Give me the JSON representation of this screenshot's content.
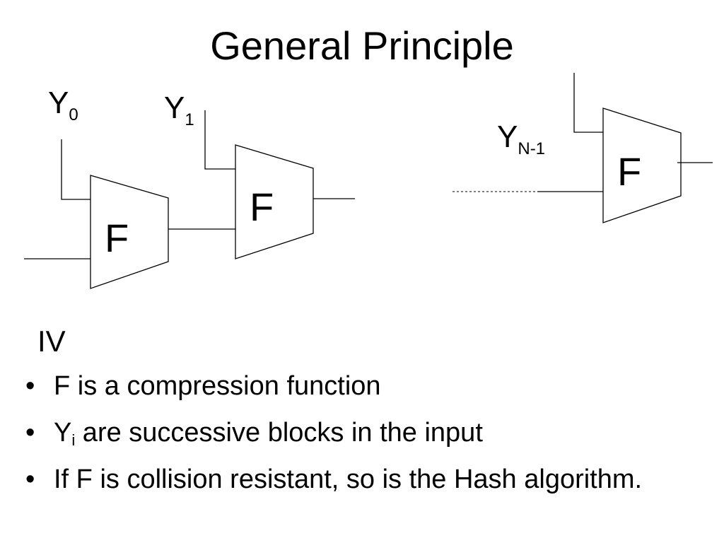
{
  "title": "General Principle",
  "diagram": {
    "blocks": [
      {
        "label": "F",
        "input_label": "Y",
        "input_subscript": "0"
      },
      {
        "label": "F",
        "input_label": "Y",
        "input_subscript": "1"
      },
      {
        "label": "F",
        "input_label": "Y",
        "input_subscript": "N-1"
      }
    ],
    "iv_label": "IV"
  },
  "bullets": [
    {
      "bullet": "•",
      "text": "F is a compression function"
    },
    {
      "bullet": "•",
      "text_prefix": "Y",
      "subscript": "i",
      "text": " are successive blocks in the input"
    },
    {
      "bullet": "•",
      "text": "If F is collision resistant, so is the Hash algorithm."
    }
  ]
}
